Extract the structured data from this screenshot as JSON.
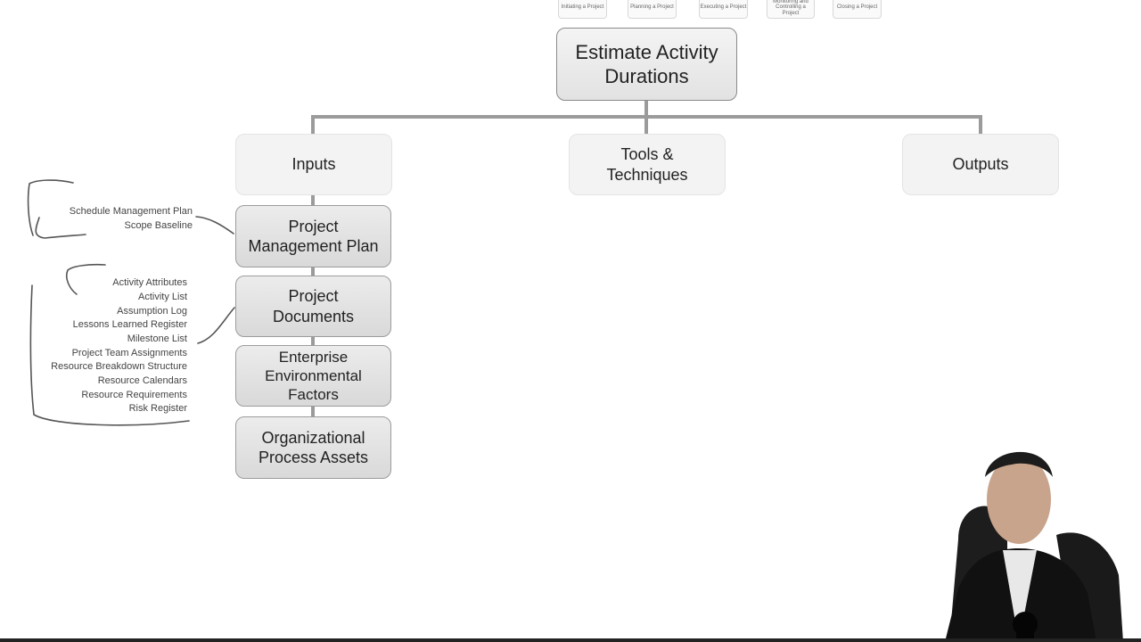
{
  "top_tabs": [
    {
      "label": "Initiating a Project"
    },
    {
      "label": "Planning a Project"
    },
    {
      "label": "Executing a Project"
    },
    {
      "label": "Monitoring and Controlling a Project"
    },
    {
      "label": "Closing a Project"
    }
  ],
  "diagram": {
    "root": "Estimate Activity\nDurations",
    "categories": {
      "inputs": "Inputs",
      "tools": "Tools &\nTechniques",
      "outputs": "Outputs"
    },
    "inputs": [
      {
        "label": "Project\nManagement Plan"
      },
      {
        "label": "Project\nDocuments"
      },
      {
        "label": "Enterprise\nEnvironmental\nFactors"
      },
      {
        "label": "Organizational\nProcess Assets"
      }
    ],
    "pmp_components": [
      "Schedule Management Plan",
      "Scope Baseline"
    ],
    "project_documents": [
      "Activity Attributes",
      "Activity List",
      "Assumption Log",
      "Lessons Learned Register",
      "Milestone List",
      "Project Team Assignments",
      "Resource Breakdown Structure",
      "Resource Calendars",
      "Resource Requirements",
      "Risk Register"
    ]
  },
  "colors": {
    "box_border": "#9a9a9a",
    "connector": "#9b9b9b",
    "handwriting": "#555555"
  }
}
